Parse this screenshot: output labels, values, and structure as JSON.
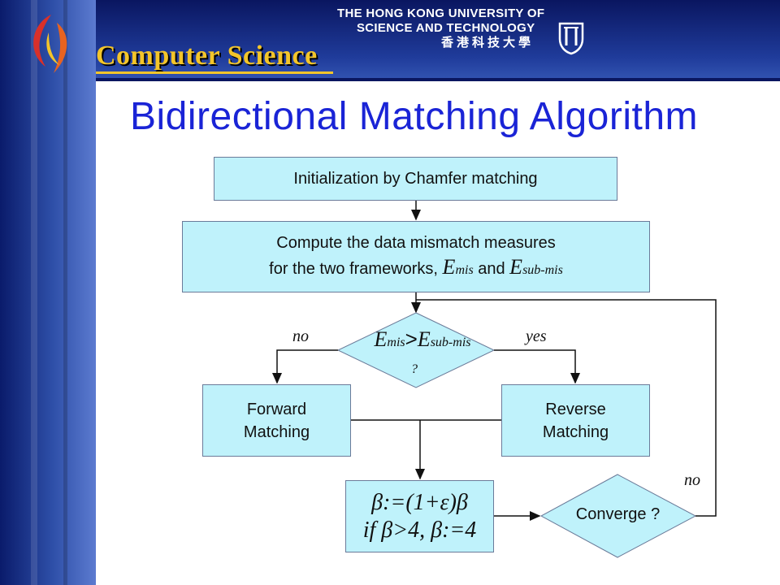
{
  "header": {
    "logo_title": "Computer Science",
    "university_line1": "THE HONG KONG UNIVERSITY OF",
    "university_line2": "SCIENCE AND TECHNOLOGY",
    "university_chinese": "香港科技大學"
  },
  "slide": {
    "title": "Bidirectional Matching Algorithm"
  },
  "flowchart": {
    "init_box": "Initialization by Chamfer matching",
    "compute_box": {
      "line1": "Compute the data mismatch measures",
      "line2_prefix": "for the two frameworks,",
      "e_symbol": "E",
      "sub_mis": "mis",
      "and_word": "and",
      "sub_submis": "sub-mis"
    },
    "decision": {
      "e_symbol": "E",
      "sub_mis": "mis",
      "operator": ">",
      "sub_submis": "sub-mis",
      "question_mark": "?"
    },
    "branch_no": "no",
    "branch_yes": "yes",
    "forward_box": {
      "line1": "Forward",
      "line2": "Matching"
    },
    "reverse_box": {
      "line1": "Reverse",
      "line2": "Matching"
    },
    "update_box": {
      "line1": "β:=(1+ε)β",
      "line2": "if β>4, β:=4"
    },
    "converge_box": "Converge ?",
    "loop_no": "no"
  },
  "colors": {
    "box_fill": "#bff2fb",
    "title_blue": "#1a24d6",
    "logo_gold": "#f3c52a",
    "banner_navy": "#0a1660"
  },
  "icons": [
    "swirl-logo-icon",
    "university-crest-icon"
  ]
}
